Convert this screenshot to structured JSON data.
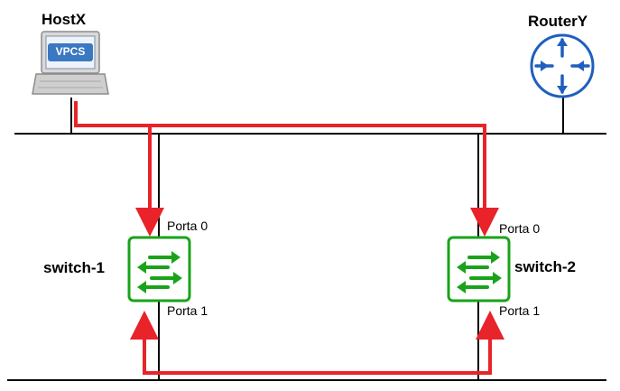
{
  "nodes": {
    "hostx": {
      "label": "HostX",
      "badge": "VPCS",
      "icon": "vpcs-laptop-icon"
    },
    "routery": {
      "label": "RouterY",
      "icon": "router-icon"
    },
    "switch1": {
      "label": "switch-1",
      "port_top": "Porta 0",
      "port_bottom": "Porta 1",
      "icon": "switch-icon"
    },
    "switch2": {
      "label": "switch-2",
      "port_top": "Porta 0",
      "port_bottom": "Porta 1",
      "icon": "switch-icon"
    }
  },
  "colors": {
    "link": "#000000",
    "flow": "#e8232a",
    "switch": "#1aa31a",
    "router": "#1f5fbf",
    "vpcs_badge": "#3a78c2"
  }
}
